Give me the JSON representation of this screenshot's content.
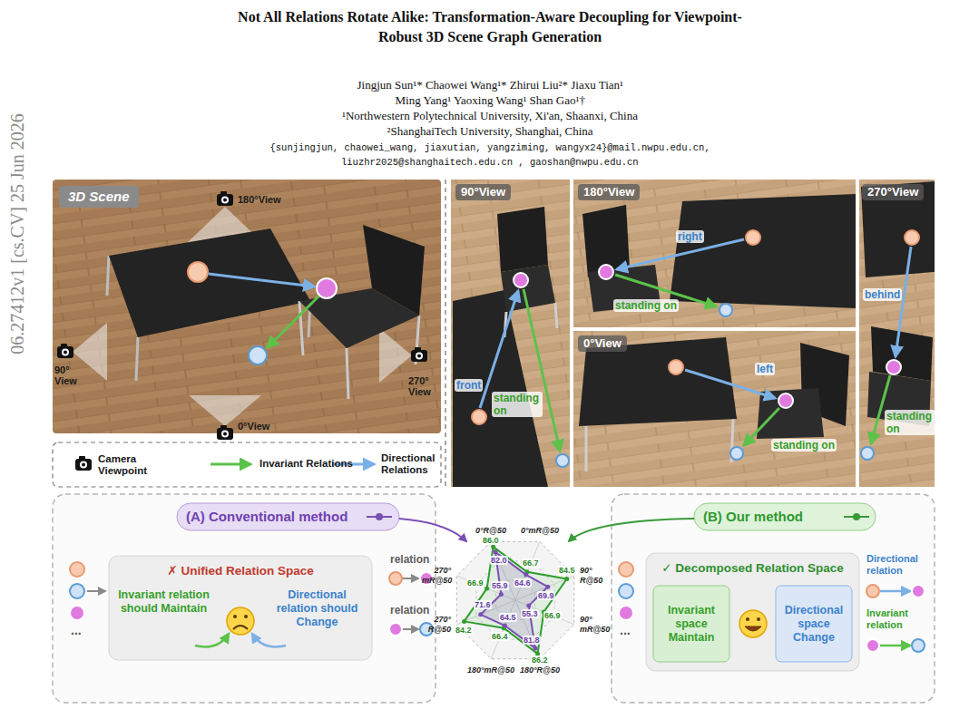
{
  "diagram": {
    "title": "Not All Relations Rotate Alike: Transformation-Aware Decoupling for Viewpoint-Robust 3D Scene Graph Generation",
    "nodes": [
      {
        "text": [
          "3D Scene"
        ]
      },
      {
        "text": [
          "90°View"
        ]
      },
      {
        "text": [
          "180°View"
        ]
      },
      {
        "text": [
          "270°View"
        ]
      },
      {
        "text": [
          "0°View"
        ]
      },
      {
        "text": [
          "(A) Conventional method"
        ]
      },
      {
        "text": [
          "✗ Unified Relation Space",
          "Invariant relation should Maintain",
          "Directional relation should Change"
        ],
        "in": 5
      },
      {
        "text": [
          "(B) Our method"
        ]
      },
      {
        "text": [
          "✓ Decomposed Relation Space"
        ],
        "in": 7
      },
      {
        "text": [
          "Invariant space Maintain"
        ],
        "in": 8
      },
      {
        "text": [
          "Directional space Change"
        ],
        "in": 8
      }
    ],
    "labels": [
      "Jingjun Sun¹* Chaowei Wang¹* Zhirui Liu²* Jiaxu Tian¹",
      "Ming Yang¹ Yaoxing Wang¹ Shan Gao¹†",
      "¹Northwestern Polytechnical University, Xi'an, Shaanxi, China",
      "²ShanghaiTech University, Shanghai, China",
      "{sunjingjun, chaowei_wang, jiaxutian, yangziming, wangyx24}@mail.nwpu.edu.cn,",
      "liuzhr2025@shanghaitech.edu.cn , gaoshan@nwpu.edu.cn",
      "06.27412v1 [cs.CV] 25 Jun 2026",
      "180°View",
      "90° View",
      "270° View",
      "0°View",
      "front",
      "standing on",
      "right",
      "standing on",
      "behind",
      "standing on",
      "left",
      "standing on",
      "0°R@50",
      "0°mR@50",
      "90° R@50",
      "90° mR@50",
      "180°R@50",
      "180°mR@50",
      "270° R@50",
      "270° mR@50",
      "86.0",
      "66.7",
      "84.5",
      "66.9",
      "86.2",
      "66.4",
      "84.2",
      "66.9",
      "82.0",
      "64.6",
      "69.9",
      "55.3",
      "81.8",
      "64.5",
      "71.6",
      "55.9",
      "...",
      "relation",
      "relation",
      "...",
      "Directional relation",
      "Invariant relation"
    ],
    "legend": [
      {
        "text": "Camera Viewpoint"
      },
      {
        "text": "Invariant Relations"
      },
      {
        "text": "Directional Relations"
      }
    ]
  }
}
